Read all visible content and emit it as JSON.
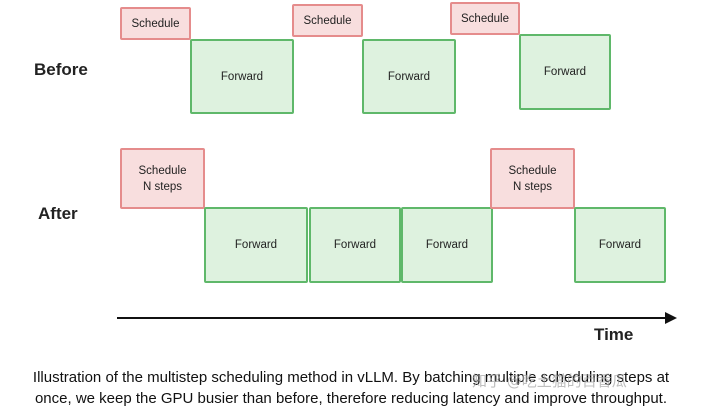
{
  "diagram": {
    "before_label": "Before",
    "after_label": "After",
    "time_label": "Time",
    "before_boxes": {
      "schedule_1": "Schedule",
      "forward_1": "Forward",
      "schedule_2": "Schedule",
      "forward_2": "Forward",
      "schedule_3": "Schedule",
      "forward_3": "Forward"
    },
    "after_boxes": {
      "schedule_n_1": [
        "Schedule",
        "N steps"
      ],
      "forward_1": "Forward",
      "forward_2": "Forward",
      "forward_3": "Forward",
      "schedule_n_2": [
        "Schedule",
        "N steps"
      ],
      "forward_4": "Forward"
    },
    "colors": {
      "schedule_fill": "#f8dede",
      "schedule_border": "#e58c8c",
      "forward_fill": "#def2df",
      "forward_border": "#5fb86a"
    }
  },
  "caption": {
    "line1": "Illustration of the multistep scheduling method in vLLM. By batching multiple scheduling steps at",
    "line2": "once, we keep the GPU busier than before, therefore reducing latency and improve throughput."
  },
  "watermark": "知乎 @吃土猫的百香瓜"
}
